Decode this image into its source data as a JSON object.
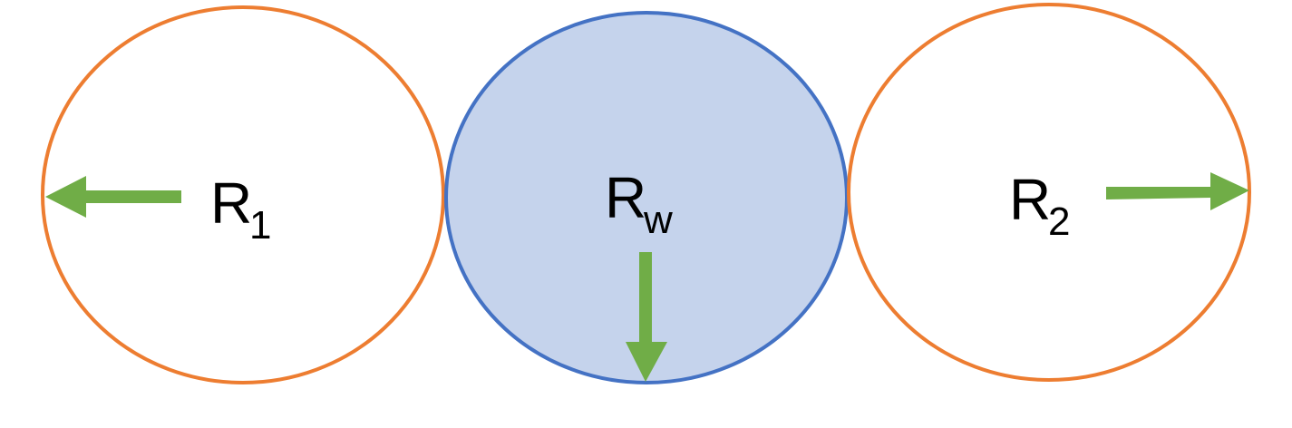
{
  "colors": {
    "background": "#ffffff",
    "outer_circle_stroke": "#ED7D31",
    "center_circle_stroke": "#4472C4",
    "center_circle_fill": "#C5D3EC",
    "arrow": "#70AD47",
    "text": "#000000"
  },
  "circles": [
    {
      "name": "left-circle",
      "label": {
        "main": "R",
        "sub": "1"
      },
      "arrow_direction": "left"
    },
    {
      "name": "center-circle",
      "label": {
        "main": "R",
        "sub": "w"
      },
      "arrow_direction": "down"
    },
    {
      "name": "right-circle",
      "label": {
        "main": "R",
        "sub": "2"
      },
      "arrow_direction": "right"
    }
  ]
}
